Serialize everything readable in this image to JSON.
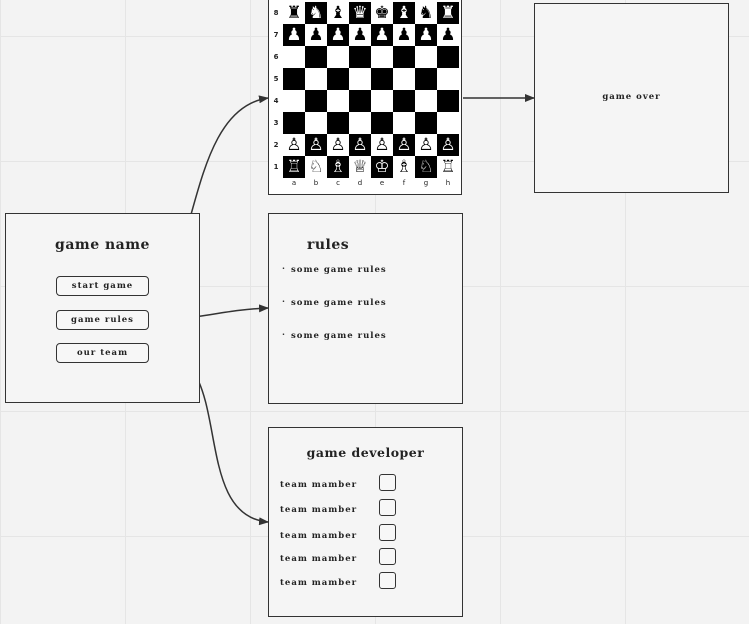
{
  "menu": {
    "title": "game name",
    "buttons": [
      {
        "label": "start game"
      },
      {
        "label": "game rules"
      },
      {
        "label": "our team"
      }
    ]
  },
  "board": {
    "files": [
      "a",
      "b",
      "c",
      "d",
      "e",
      "f",
      "g",
      "h"
    ],
    "ranks": [
      "8",
      "7",
      "6",
      "5",
      "4",
      "3",
      "2",
      "1"
    ],
    "rows": [
      [
        "♜",
        "♞",
        "♝",
        "♛",
        "♚",
        "♝",
        "♞",
        "♜"
      ],
      [
        "♟",
        "♟",
        "♟",
        "♟",
        "♟",
        "♟",
        "♟",
        "♟"
      ],
      [
        "",
        "",
        "",
        "",
        "",
        "",
        "",
        ""
      ],
      [
        "",
        "",
        "",
        "",
        "",
        "",
        "",
        ""
      ],
      [
        "",
        "",
        "",
        "",
        "",
        "",
        "",
        ""
      ],
      [
        "",
        "",
        "",
        "",
        "",
        "",
        "",
        ""
      ],
      [
        "♙",
        "♙",
        "♙",
        "♙",
        "♙",
        "♙",
        "♙",
        "♙"
      ],
      [
        "♖",
        "♘",
        "♗",
        "♕",
        "♔",
        "♗",
        "♘",
        "♖"
      ]
    ]
  },
  "game_over": {
    "label": "game over"
  },
  "rules": {
    "title": "rules",
    "items": [
      {
        "text": "some game rules"
      },
      {
        "text": "some game rules"
      },
      {
        "text": "some game rules"
      }
    ]
  },
  "developer": {
    "title": "game developer",
    "members": [
      {
        "label": "team mamber"
      },
      {
        "label": "team mamber"
      },
      {
        "label": "team mamber"
      },
      {
        "label": "team mamber"
      },
      {
        "label": "team mamber"
      }
    ]
  }
}
